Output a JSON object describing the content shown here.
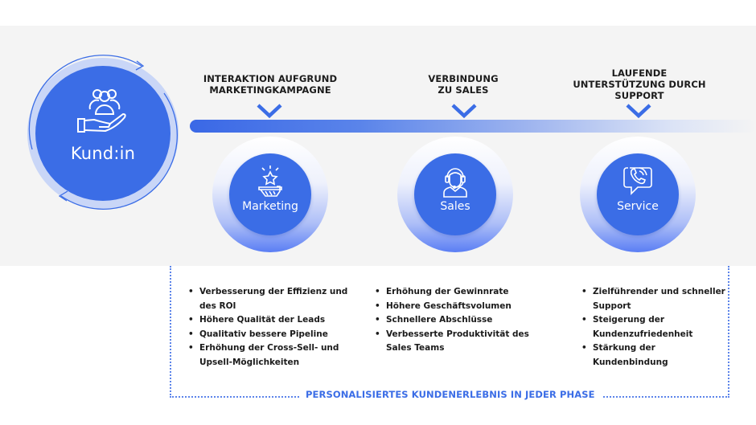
{
  "customer": {
    "label": "Kund:in",
    "icon": "hand-holding-people-icon"
  },
  "stages": [
    {
      "title_lines": [
        "INTERAKTION AUFGRUND",
        "MARKETINGKAMPAGNE"
      ],
      "phase": "Marketing",
      "icon": "star-on-tray-icon",
      "benefits": [
        "Verbesserung der Effizienz und des ROI",
        "Höhere Qualität der Leads",
        "Qualitativ bessere Pipeline",
        "Erhöhung der Cross-Sell- und Upsell-Möglichkeiten"
      ]
    },
    {
      "title_lines": [
        "VERBINDUNG",
        "ZU SALES"
      ],
      "phase": "Sales",
      "icon": "headset-agent-icon",
      "benefits": [
        "Erhöhung der Gewinnrate",
        "Höhere Geschäftsvolumen",
        "Schnellere Abschlüsse",
        "Verbesserte Produktivität des Sales Teams"
      ]
    },
    {
      "title_lines": [
        "LAUFENDE",
        "UNTERSTÜTZUNG DURCH",
        "SUPPORT"
      ],
      "phase": "Service",
      "icon": "phone-chat-bubble-icon",
      "benefits": [
        "Zielführender und schneller Support",
        "Steigerung der Kundenzufriedenheit",
        "Stärkung der Kundenbindung"
      ]
    }
  ],
  "footer": {
    "label": "PERSONALISIERTES KUNDENERLEBNIS IN JEDER PHASE"
  },
  "colors": {
    "primary": "#3b6de6",
    "band": "#f4f4f4",
    "text": "#1b1b1b"
  }
}
